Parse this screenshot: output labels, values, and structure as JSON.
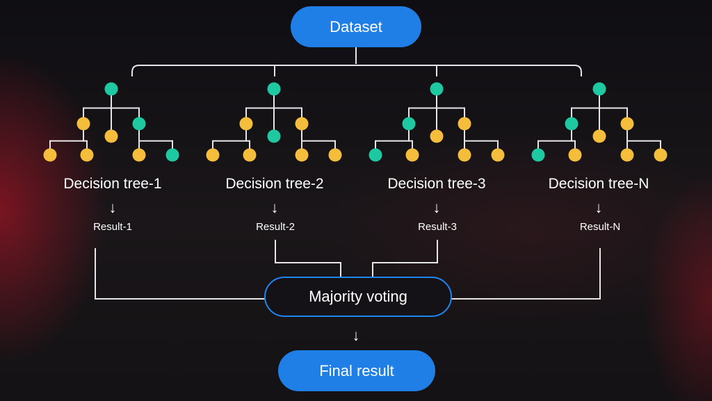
{
  "dataset": {
    "label": "Dataset"
  },
  "trees": [
    {
      "label": "Decision tree-1",
      "arrow": "↓",
      "result": "Result-1"
    },
    {
      "label": "Decision tree-2",
      "arrow": "↓",
      "result": "Result-2"
    },
    {
      "label": "Decision tree-3",
      "arrow": "↓",
      "result": "Result-3"
    },
    {
      "label": "Decision tree-N",
      "arrow": "↓",
      "result": "Result-N"
    }
  ],
  "majority": {
    "label": "Majority voting"
  },
  "final": {
    "arrow": "↓",
    "label": "Final result"
  },
  "colors": {
    "teal_node": "#1ec8a0",
    "yellow_node": "#f5bd3c",
    "pill_blue": "#1f7fe6",
    "line": "#e6e6e6"
  }
}
